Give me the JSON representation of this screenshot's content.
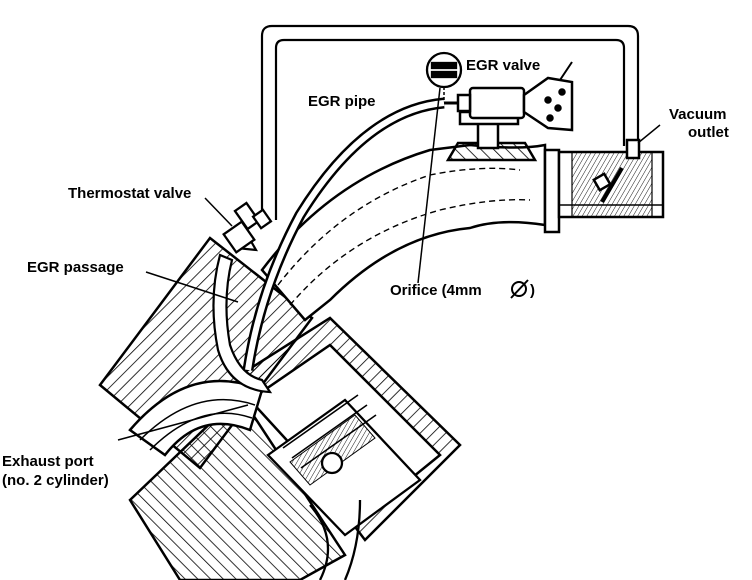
{
  "labels": {
    "egr_valve": "EGR valve",
    "egr_pipe": "EGR pipe",
    "vacuum_outlet_line1": "Vacuum",
    "vacuum_outlet_line2": "outlet",
    "thermostat_valve": "Thermostat valve",
    "egr_passage": "EGR passage",
    "orifice_prefix": "Orifice (4mm",
    "orifice_suffix": ")",
    "exhaust_port_line1": "Exhaust port",
    "exhaust_port_line2": "(no. 2 cylinder)"
  },
  "icons": {
    "diameter_symbol": "diameter-symbol-icon"
  },
  "colors": {
    "ink": "#000000",
    "paper": "#ffffff"
  }
}
